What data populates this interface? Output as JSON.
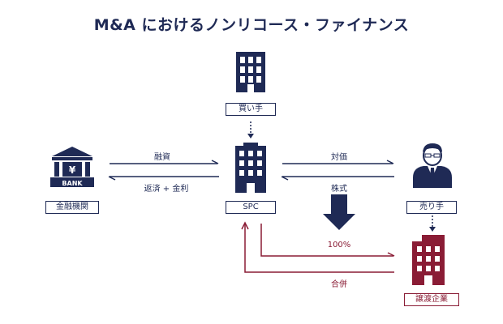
{
  "title": "M&A におけるノンリコース・ファイナンス",
  "nodes": {
    "buyer": "買い手",
    "bank": "金融機関",
    "spc": "SPC",
    "seller": "売り手",
    "target": "譲渡企業",
    "bank_sign": "BANK"
  },
  "flows": {
    "loan": "融資",
    "repay": "返済 + 金利",
    "payment": "対価",
    "shares": "株式",
    "percent": "100%",
    "merger": "合併"
  },
  "colors": {
    "navy": "#1f2a55",
    "red": "#8a1c35"
  }
}
